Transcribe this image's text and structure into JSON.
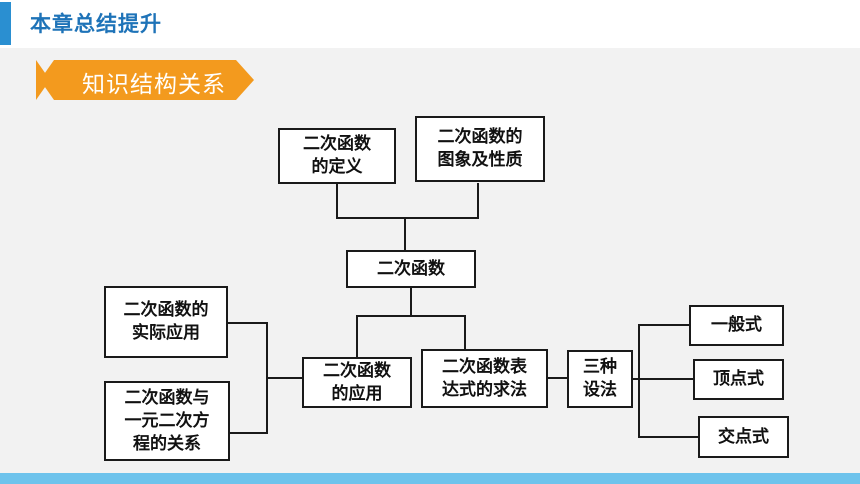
{
  "header": {
    "title": "本章总结提升"
  },
  "section": {
    "label": "知识结构关系"
  },
  "diagram": {
    "nodes": {
      "definition": "二次函数\n的定义",
      "graph_properties": "二次函数的\n图象及性质",
      "center": "二次函数",
      "practical_application": "二次函数的\n实际应用",
      "equation_relation": "二次函数与\n一元二次方\n程的关系",
      "application": "二次函数\n的应用",
      "expression_methods": "二次函数表\n达式的求法",
      "three_methods": "三种\n设法",
      "general_form": "一般式",
      "vertex_form": "顶点式",
      "intercept_form": "交点式"
    }
  },
  "colors": {
    "accent": "#2a8fd1",
    "title": "#1e73b8",
    "banner": "#f39a1e",
    "bottom_bar": "#6ec3ec",
    "background": "#f2f2f2"
  }
}
